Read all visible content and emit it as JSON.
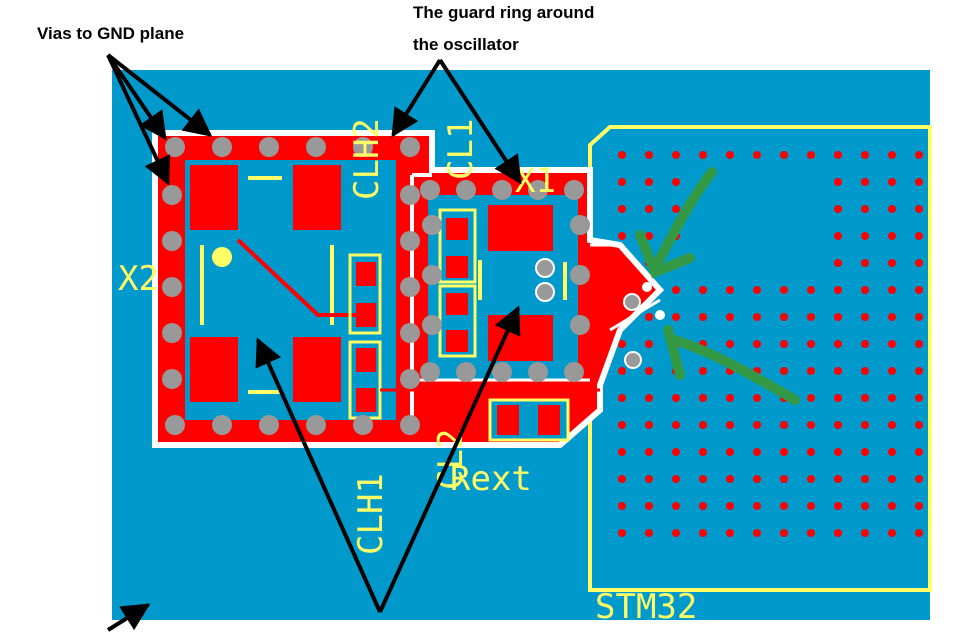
{
  "annotations": {
    "vias_label": "Vias to GND plane",
    "guard_line1": "The guard ring around",
    "guard_line2": "the oscillator"
  },
  "silkscreen": {
    "x2": "X2",
    "x1": "X1",
    "clh2": "CLH2",
    "cl1": "CL1",
    "clh1": "CLH1",
    "cl2": "CL2",
    "rext": "Rext",
    "stm32": "STM32"
  },
  "colors": {
    "ground_plane": "#0099cc",
    "copper": "#ff0000",
    "silkscreen": "#ffff66",
    "guard_ring": "#ffffff",
    "via": "#999999",
    "arrow": "#000000",
    "highlight_arrow": "#339944"
  }
}
